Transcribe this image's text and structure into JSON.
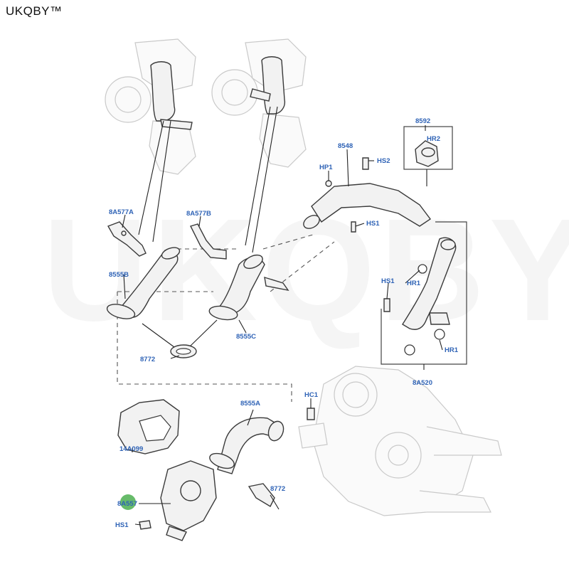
{
  "brand_text": "UKQBY™",
  "watermark_text": "UKQBY™",
  "highlight_color": "#4caf50",
  "callout_color": "#2f63b6",
  "callouts": {
    "c8592": "8592",
    "hr2": "HR2",
    "c8548": "8548",
    "hs2": "HS2",
    "hp1": "HP1",
    "hs1_top": "HS1",
    "a577a": "8A577A",
    "a577b": "8A577B",
    "c8555b": "8555B",
    "hs1_right": "HS1",
    "hr1_upper": "HR1",
    "hr1_lower": "HR1",
    "c8772_mid": "8772",
    "c8555c": "8555C",
    "a520": "8A520",
    "hc1": "HC1",
    "c8555a": "8555A",
    "c14a099": "14A099",
    "c8772_low": "8772",
    "c8a557": "8A557",
    "hs1_bottom": "HS1"
  }
}
